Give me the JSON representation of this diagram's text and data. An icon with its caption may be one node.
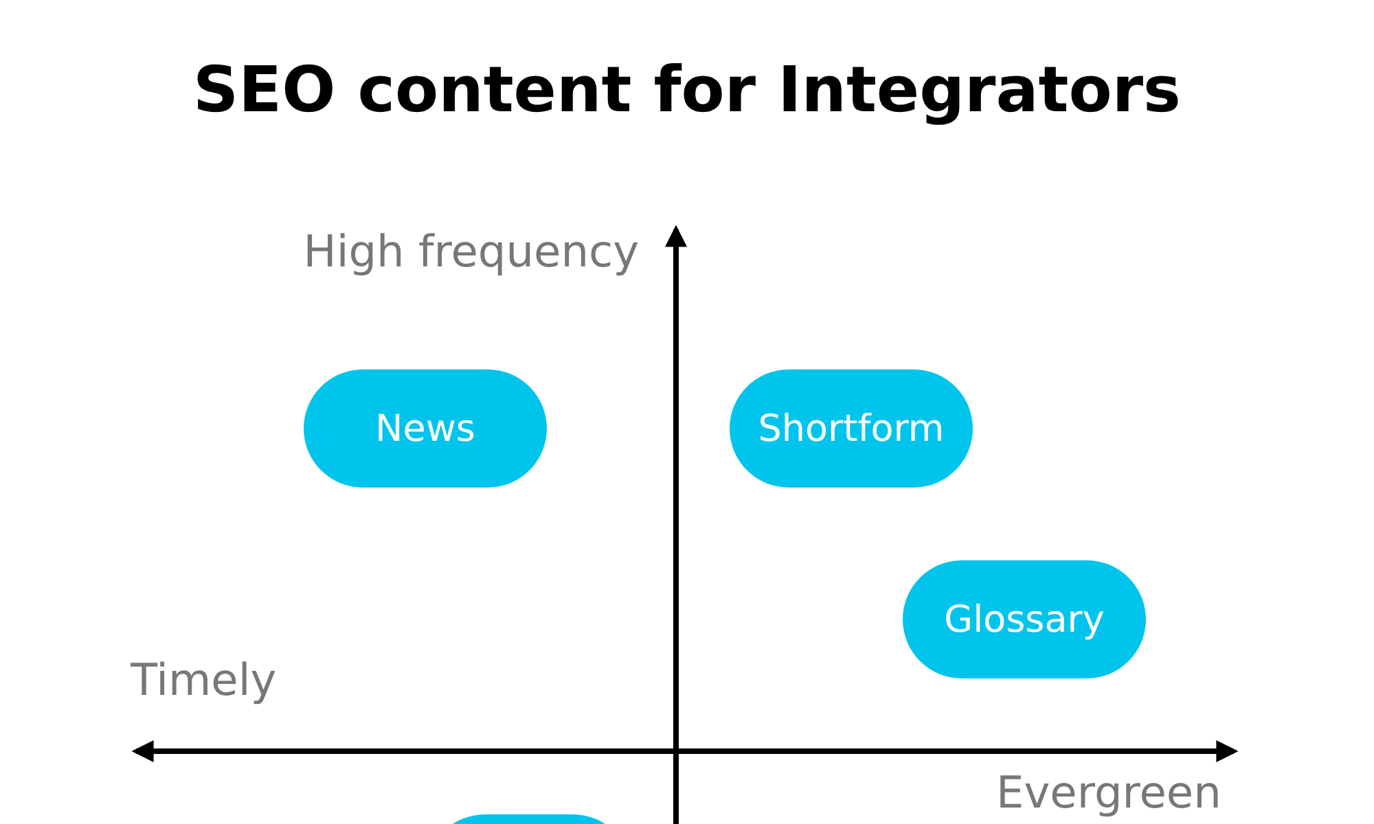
{
  "diagram": {
    "title": "SEO content for Integrators",
    "nodes": [
      {
        "text": [
          "News"
        ]
      },
      {
        "text": [
          "Shortform"
        ]
      },
      {
        "text": [
          "Glossary"
        ]
      },
      {
        "text": [],
        "shape": "box"
      }
    ],
    "labels": [
      "High frequency",
      "Timely",
      "Evergreen"
    ]
  }
}
